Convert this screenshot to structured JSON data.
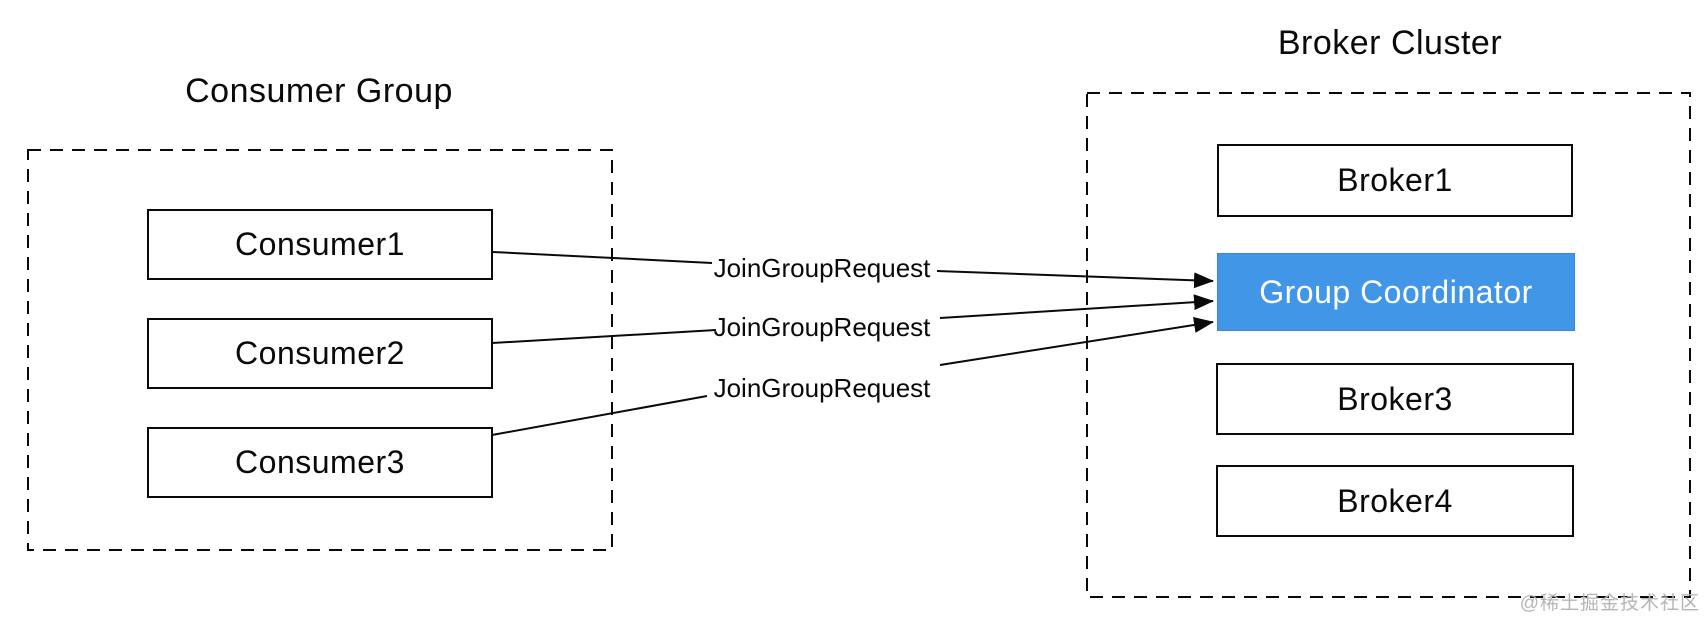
{
  "diagram": {
    "consumer_group": {
      "title": "Consumer Group",
      "nodes": [
        {
          "label": "Consumer1"
        },
        {
          "label": "Consumer2"
        },
        {
          "label": "Consumer3"
        }
      ]
    },
    "broker_cluster": {
      "title": "Broker Cluster",
      "nodes": [
        {
          "label": "Broker1"
        },
        {
          "label": "Group Coordinator",
          "highlighted": true
        },
        {
          "label": "Broker3"
        },
        {
          "label": "Broker4"
        }
      ]
    },
    "arrows": [
      {
        "label": "JoinGroupRequest",
        "from": "Consumer1",
        "to": "Group Coordinator"
      },
      {
        "label": "JoinGroupRequest",
        "from": "Consumer2",
        "to": "Group Coordinator"
      },
      {
        "label": "JoinGroupRequest",
        "from": "Consumer3",
        "to": "Group Coordinator"
      }
    ],
    "colors": {
      "coordinator_fill": "#4296e8",
      "coordinator_text": "#ffffff",
      "line": "#0a0a0a"
    },
    "watermark": "@稀土掘金技术社区"
  }
}
